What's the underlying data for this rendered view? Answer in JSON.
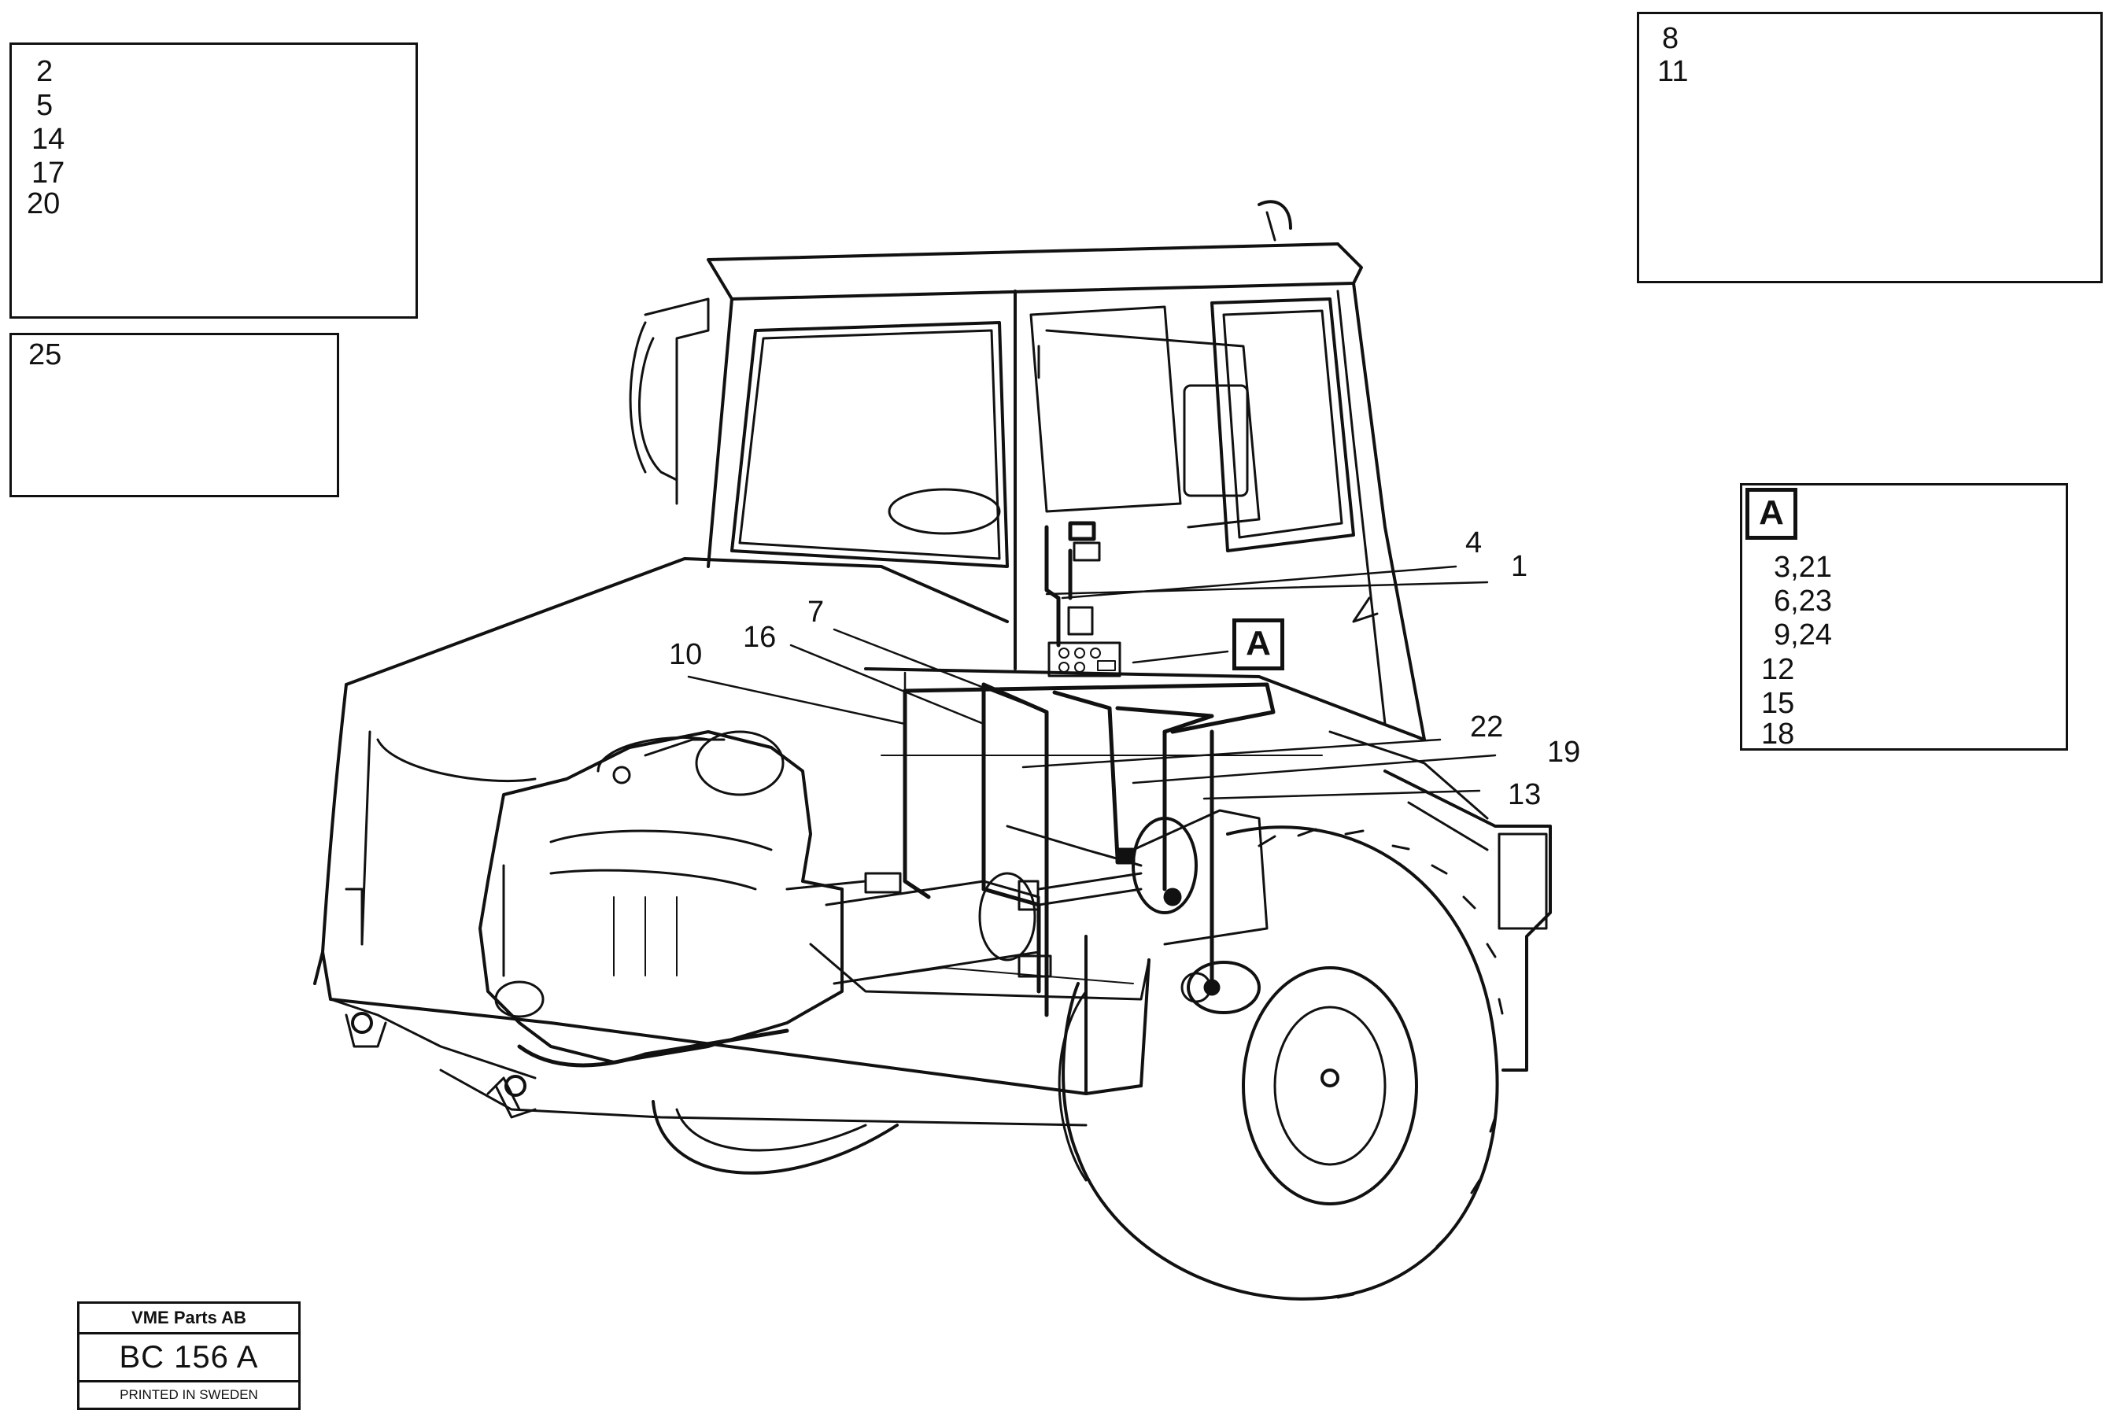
{
  "inset_plug": {
    "labels": [
      "2",
      "5",
      "14",
      "17",
      "20"
    ]
  },
  "inset_strap": {
    "labels": [
      "25"
    ]
  },
  "inset_connector": {
    "labels": [
      "8",
      "11"
    ]
  },
  "inset_detail_a": {
    "tag": "A",
    "labels": [
      "3,21",
      "6,23",
      "9,24",
      "12",
      "15",
      "18"
    ]
  },
  "main_tag": "A",
  "callouts": {
    "c1": "1",
    "c4": "4",
    "c7": "7",
    "c10": "10",
    "c16": "16",
    "c22": "22",
    "c19": "19",
    "c13": "13"
  },
  "stamp": {
    "company": "VME Parts AB",
    "code": "BC 156 A",
    "printed": "PRINTED IN SWEDEN"
  }
}
